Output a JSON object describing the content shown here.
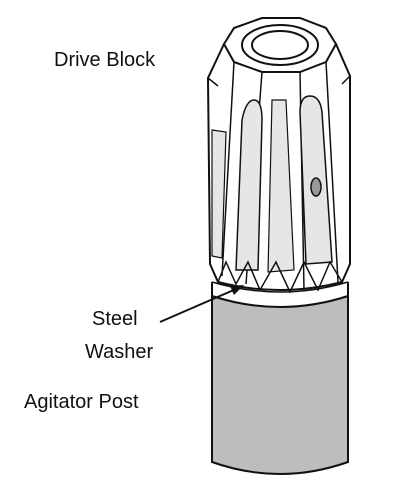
{
  "labels": {
    "drive_block": "Drive Block",
    "steel_washer_line1": "Steel",
    "steel_washer_line2": "Washer",
    "agitator_post": "Agitator Post"
  },
  "colors": {
    "line": "#111111",
    "post_fill": "#bdbdbd",
    "panel_fill": "#e6e6e6",
    "background": "#ffffff"
  }
}
